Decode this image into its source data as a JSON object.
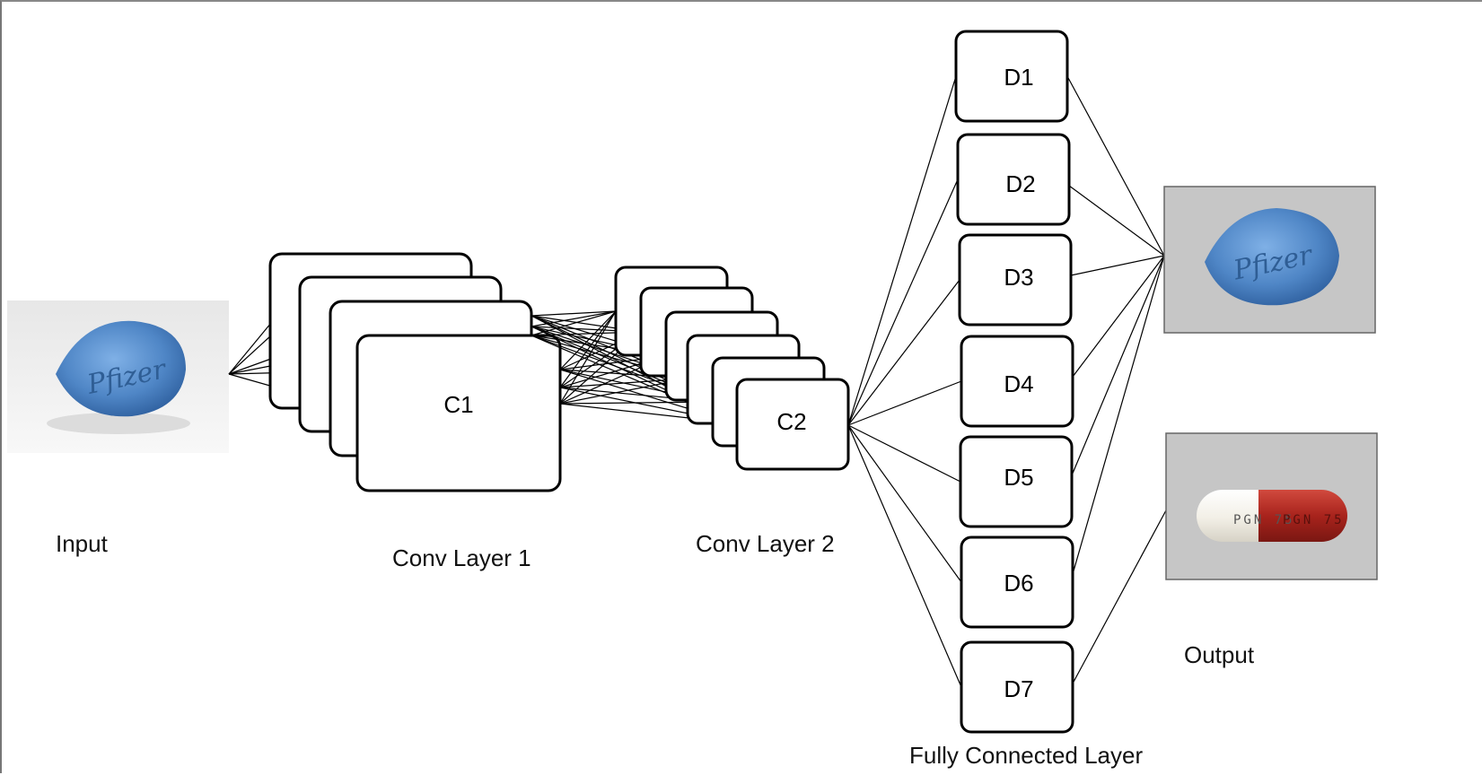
{
  "labels": {
    "input": "Input",
    "conv1": "Conv Layer 1",
    "conv2": "Conv Layer 2",
    "fc": "Fully Connected Layer",
    "output": "Output"
  },
  "conv1_box_label": "C1",
  "conv2_box_label": "C2",
  "dense_nodes": [
    "D1",
    "D2",
    "D3",
    "D4",
    "D5",
    "D6",
    "D7"
  ],
  "pill_imprints": {
    "blue_pill": "Pfizer",
    "capsule_white": "PGN 75",
    "capsule_red": "PGN 75"
  },
  "colors": {
    "blue_pill": "#4f86c6",
    "capsule_red": "#a8231c",
    "capsule_white": "#f2efe6",
    "output_panel": "#c6c6c6"
  }
}
